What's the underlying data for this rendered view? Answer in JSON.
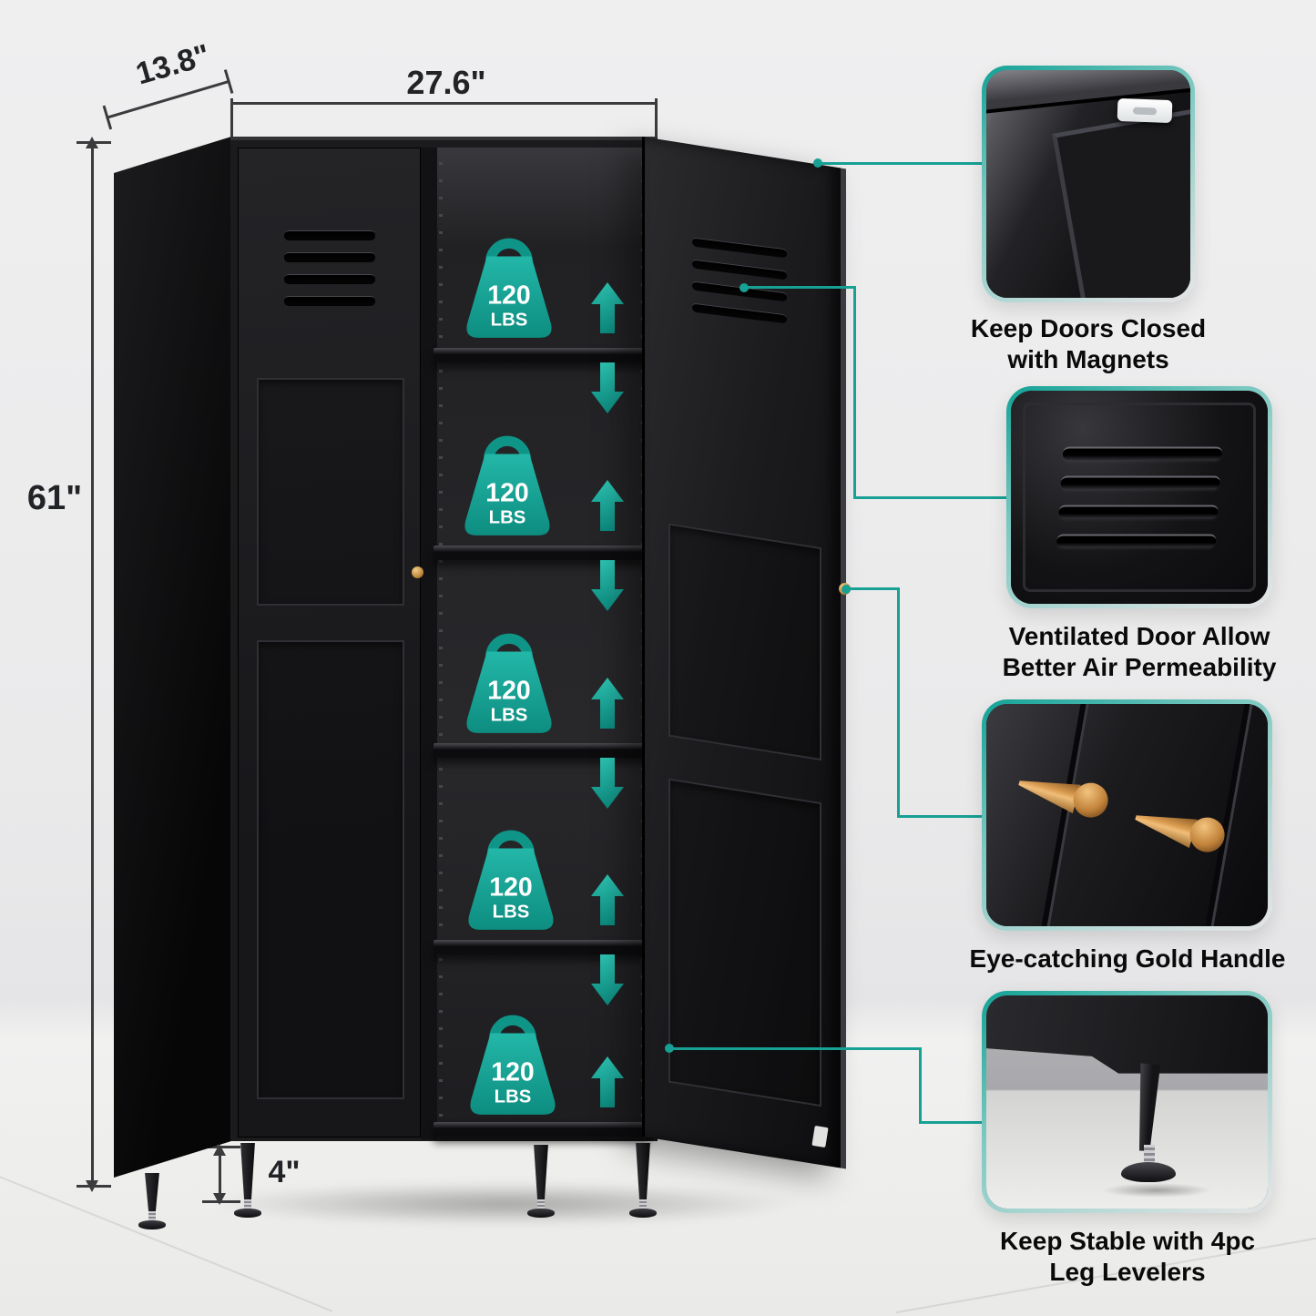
{
  "dimensions": {
    "depth": "13.8\"",
    "width": "27.6\"",
    "height": "61\"",
    "leg_height": "4\""
  },
  "weights": [
    {
      "value": "120",
      "unit": "LBS"
    },
    {
      "value": "120",
      "unit": "LBS"
    },
    {
      "value": "120",
      "unit": "LBS"
    },
    {
      "value": "120",
      "unit": "LBS"
    },
    {
      "value": "120",
      "unit": "LBS"
    }
  ],
  "callouts": [
    {
      "id": "magnets",
      "caption": "Keep Doors Closed with Magnets"
    },
    {
      "id": "ventilation",
      "caption": "Ventilated Door Allow Better Air Permeability"
    },
    {
      "id": "handle",
      "caption": "Eye-catching Gold Handle"
    },
    {
      "id": "legs",
      "caption": "Keep Stable with 4pc Leg Levelers"
    }
  ],
  "colors": {
    "accent_teal": "#17a094",
    "gold": "#c8883f",
    "cabinet_black": "#1b1b1d",
    "background": "#ebebec"
  }
}
